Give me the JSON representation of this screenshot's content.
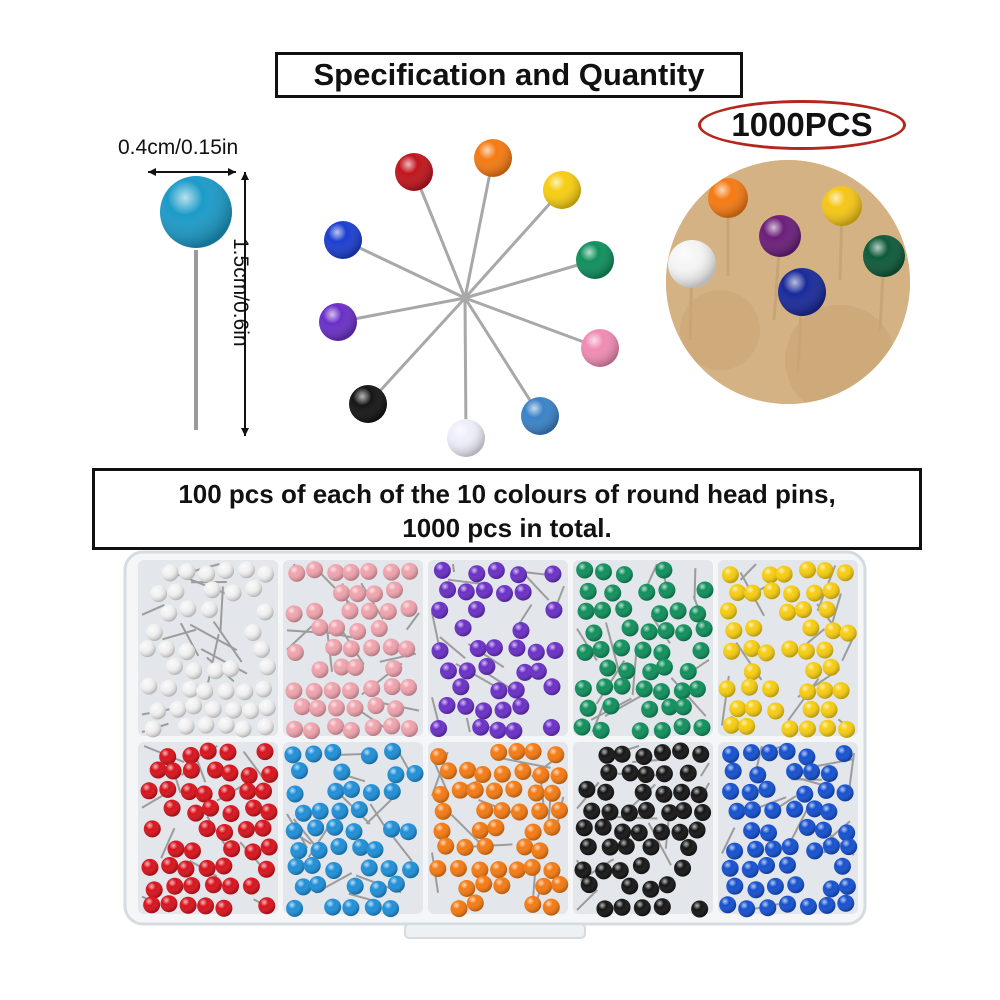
{
  "title": "Specification and Quantity",
  "quantity_badge": "1000PCS",
  "dimensions": {
    "width_label": "0.4cm/0.15in",
    "height_label": "1.5cm/0.6in"
  },
  "description": {
    "line1": "100 pcs of each of the 10 colours of round head pins,",
    "line2": "1000 pcs in total."
  },
  "pin_colors": {
    "white": "#f2f2f2",
    "pink": "#f0a3ad",
    "purple": "#6a2fc7",
    "green": "#0f8f5c",
    "yellow": "#f7cd10",
    "red": "#d9121c",
    "sky_blue": "#1e8fd8",
    "orange": "#f57a12",
    "black": "#151515",
    "blue": "#1450d0",
    "teal": "#1c9bc8"
  },
  "accent_colors": {
    "badge_border": "#b3271e",
    "cork": "#d8b88a"
  }
}
